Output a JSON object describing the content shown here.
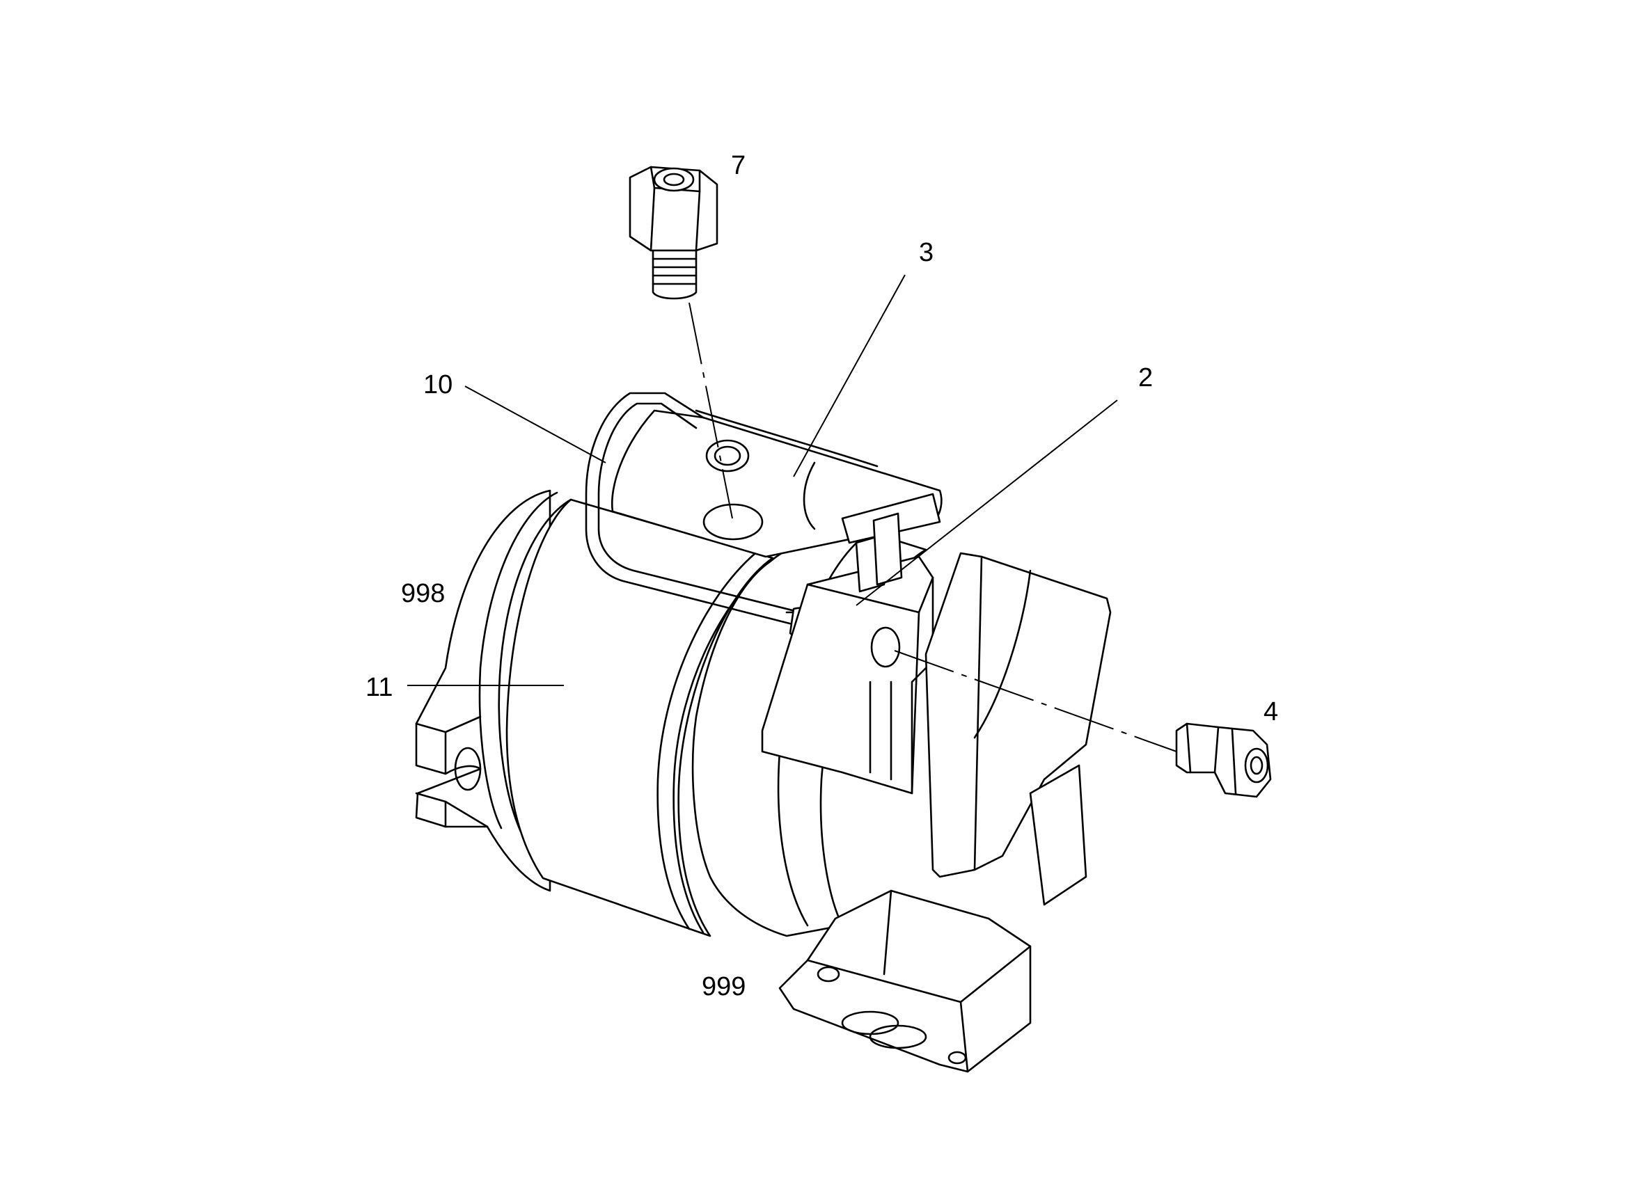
{
  "callouts": {
    "c7": "7",
    "c3": "3",
    "c10": "10",
    "c2": "2",
    "c998": "998",
    "c11": "11",
    "c4": "4",
    "c999": "999"
  },
  "parts": {
    "fitting_top": "fitting",
    "fitting_right": "fitting",
    "housing": "housing",
    "pipe": "pipe",
    "block": "block"
  }
}
